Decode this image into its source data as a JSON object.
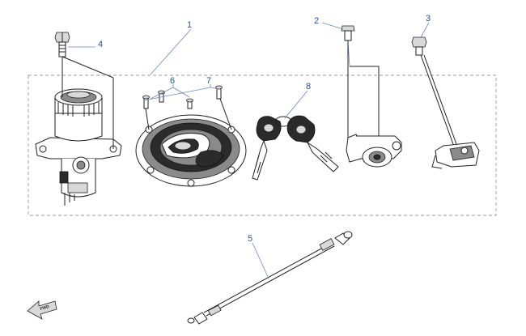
{
  "diagram": {
    "callouts": {
      "c1": "1",
      "c2": "2",
      "c3": "3",
      "c4": "4",
      "c5": "5",
      "c6": "6",
      "c7": "7",
      "c8": "8"
    },
    "fwd_label": "FWD",
    "colors": {
      "callout": "#2a4f9a",
      "leader": "#6a86b8",
      "line": "#222222",
      "frame": "#999999"
    }
  }
}
